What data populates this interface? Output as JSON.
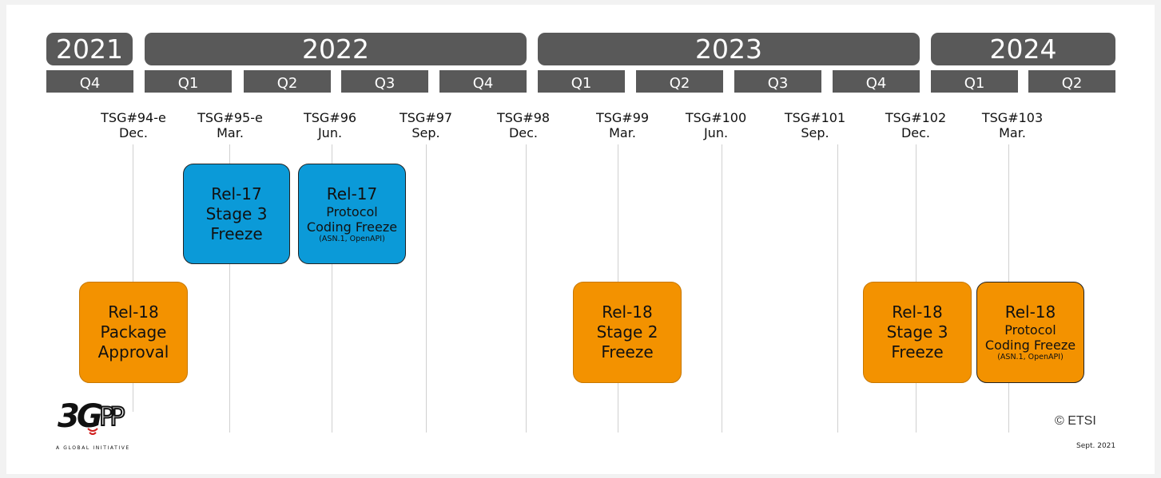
{
  "years": [
    {
      "label": "2021"
    },
    {
      "label": "2022"
    },
    {
      "label": "2023"
    },
    {
      "label": "2024"
    }
  ],
  "quarters": [
    {
      "label": "Q4"
    },
    {
      "label": "Q1"
    },
    {
      "label": "Q2"
    },
    {
      "label": "Q3"
    },
    {
      "label": "Q4"
    },
    {
      "label": "Q1"
    },
    {
      "label": "Q2"
    },
    {
      "label": "Q3"
    },
    {
      "label": "Q4"
    },
    {
      "label": "Q1"
    },
    {
      "label": "Q2"
    }
  ],
  "meetings": [
    {
      "name": "TSG#94-e",
      "month": "Dec."
    },
    {
      "name": "TSG#95-e",
      "month": "Mar."
    },
    {
      "name": "TSG#96",
      "month": "Jun."
    },
    {
      "name": "TSG#97",
      "month": "Sep."
    },
    {
      "name": "TSG#98",
      "month": "Dec."
    },
    {
      "name": "TSG#99",
      "month": "Mar."
    },
    {
      "name": "TSG#100",
      "month": "Jun."
    },
    {
      "name": "TSG#101",
      "month": "Sep."
    },
    {
      "name": "TSG#102",
      "month": "Dec."
    },
    {
      "name": "TSG#103",
      "month": "Mar."
    }
  ],
  "milestones": {
    "rel17_stage3": {
      "line1": "Rel-17",
      "line2": "Stage 3",
      "line3": "Freeze",
      "color": "#0b9ad8"
    },
    "rel17_protocol": {
      "line1": "Rel-17",
      "line2": "Protocol",
      "line3": "Coding Freeze",
      "line4": "(ASN.1, OpenAPI)",
      "color": "#0b9ad8"
    },
    "rel18_package": {
      "line1": "Rel-18",
      "line2": "Package",
      "line3": "Approval",
      "color": "#f39200"
    },
    "rel18_stage2": {
      "line1": "Rel-18",
      "line2": "Stage 2",
      "line3": "Freeze",
      "color": "#f39200"
    },
    "rel18_stage3": {
      "line1": "Rel-18",
      "line2": "Stage 3",
      "line3": "Freeze",
      "color": "#f39200"
    },
    "rel18_protocol": {
      "line1": "Rel-18",
      "line2": "Protocol",
      "line3": "Coding Freeze",
      "line4": "(ASN.1, OpenAPI)",
      "color": "#f39200"
    }
  },
  "logo": {
    "text": "3GPP",
    "tagline": "A GLOBAL INITIATIVE"
  },
  "footer": {
    "copyright": "© ETSI",
    "date": "Sept. 2021"
  }
}
